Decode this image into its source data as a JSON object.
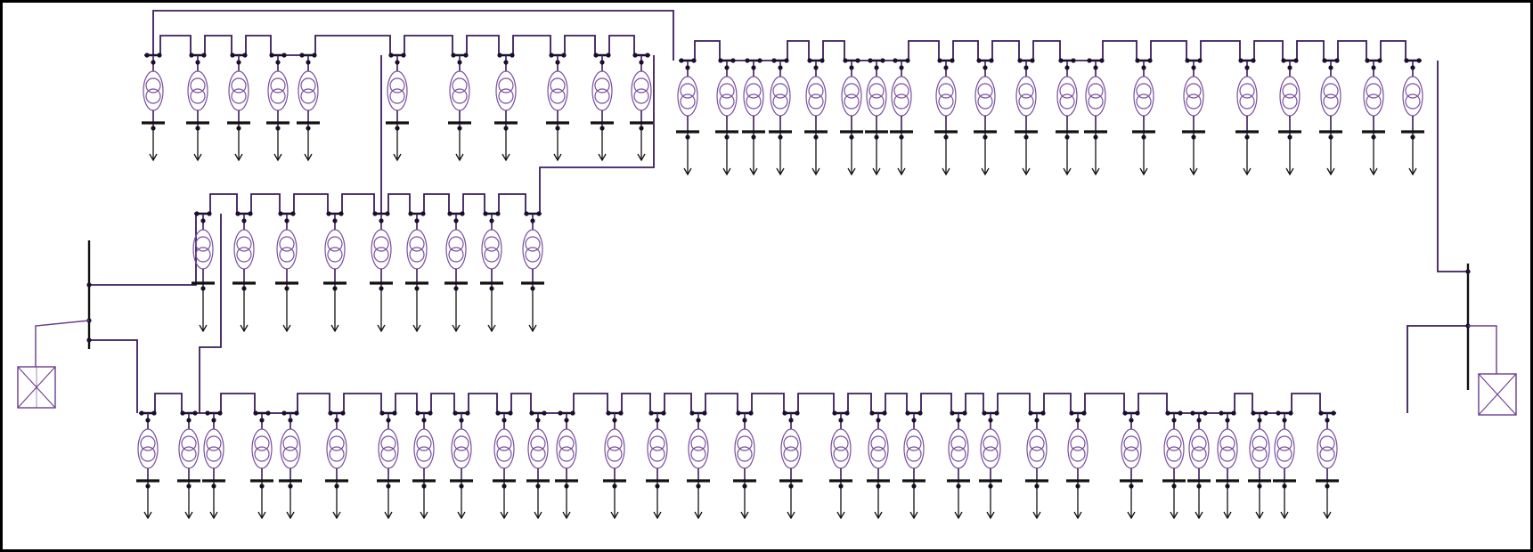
{
  "diagram": {
    "kind": "single-line distribution network",
    "colors": {
      "feeder_line": "#3a1c5c",
      "transformer": "#7a4fa0",
      "bus_bar": "#111111",
      "frame": "#000000",
      "background": "#ffffff",
      "source": "#6a3d8f"
    },
    "icons": {
      "transformer": "transformer-icon",
      "load": "load-arrow-icon",
      "source": "grid-source-icon"
    },
    "rows": [
      {
        "name": "feeder-upper-left",
        "transformer_count": 11
      },
      {
        "name": "feeder-upper-right",
        "transformer_count": 20
      },
      {
        "name": "feeder-middle",
        "transformer_count": 9
      },
      {
        "name": "feeder-bottom",
        "transformer_count": 31
      }
    ],
    "sources": 2
  }
}
